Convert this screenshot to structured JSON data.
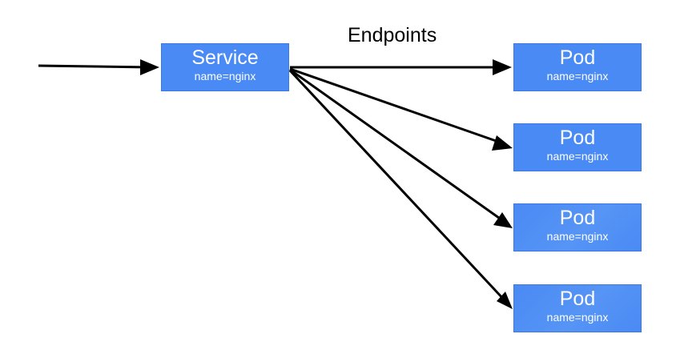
{
  "diagram": {
    "edge_label": "Endpoints",
    "service": {
      "title": "Service",
      "selector": "name=nginx"
    },
    "pods": [
      {
        "title": "Pod",
        "selector": "name=nginx"
      },
      {
        "title": "Pod",
        "selector": "name=nginx"
      },
      {
        "title": "Pod",
        "selector": "name=nginx"
      },
      {
        "title": "Pod",
        "selector": "name=nginx"
      }
    ]
  },
  "colors": {
    "node_fill": "#4a8af4",
    "node_border": "#3b78e7",
    "node_text": "#ffffff",
    "arrow": "#000000",
    "background": "#ffffff"
  }
}
